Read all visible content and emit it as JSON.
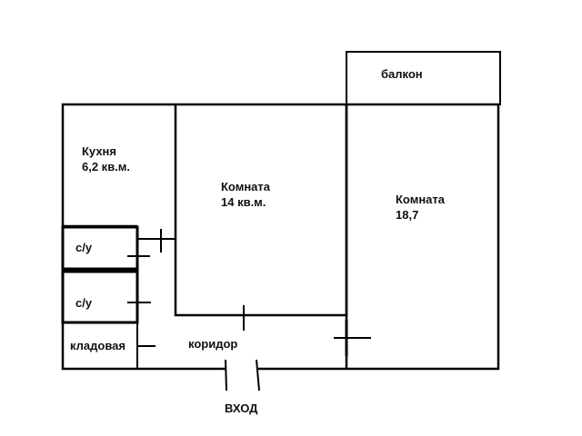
{
  "plan": {
    "rooms": {
      "balcony": {
        "name": "балкон"
      },
      "kitchen": {
        "name": "Кухня",
        "area": "6,2 кв.м."
      },
      "room_middle": {
        "name": "Комната",
        "area": "14 кв.м."
      },
      "room_right": {
        "name": "Комната",
        "area": "18,7"
      },
      "wc_upper": {
        "name": "с/у"
      },
      "wc_lower": {
        "name": "с/у"
      },
      "storage": {
        "name": "кладовая"
      },
      "corridor": {
        "name": "коридор"
      }
    },
    "entrance": {
      "label": "ВХОД"
    },
    "colors": {
      "wall": "#000000",
      "text": "#111111",
      "background": "#ffffff"
    }
  }
}
